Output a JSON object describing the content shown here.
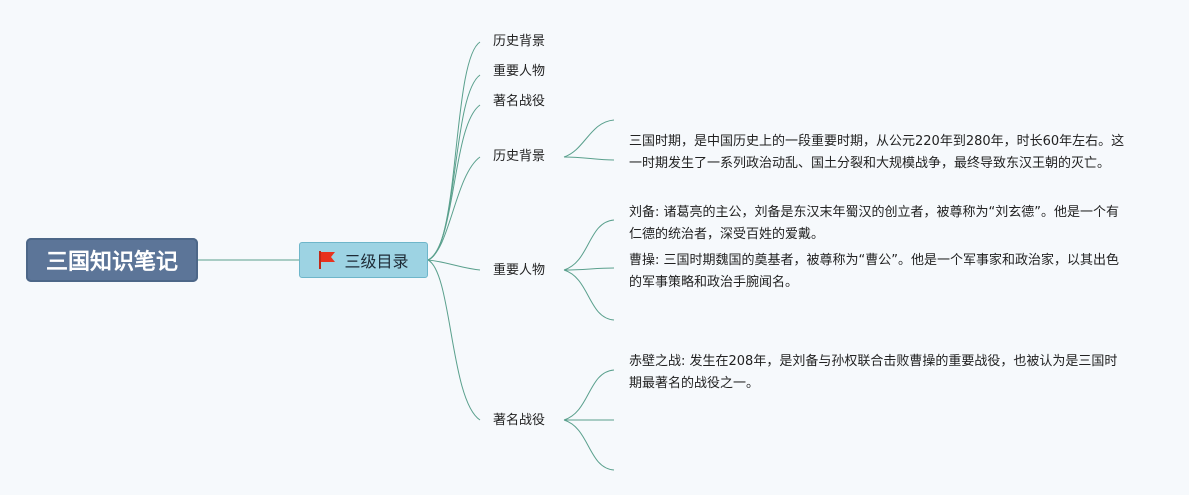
{
  "root": {
    "title": "三国知识笔记"
  },
  "sub": {
    "title": "三级目录",
    "icon": "flag-icon"
  },
  "topics": [
    {
      "label": "历史背景"
    },
    {
      "label": "重要人物"
    },
    {
      "label": "著名战役"
    },
    {
      "label": "历史背景"
    },
    {
      "label": "重要人物"
    },
    {
      "label": "著名战役"
    }
  ],
  "notes": {
    "history": [
      "三国时期，是中国历史上的一段重要时期，从公元220年到280年，时长60年左右。这一时期发生了一系列政治动乱、国土分裂和大规模战争，最终导致东汉王朝的灭亡。"
    ],
    "people": [
      "刘备: 诸葛亮的主公，刘备是东汉末年蜀汉的创立者，被尊称为“刘玄德”。他是一个有仁德的统治者，深受百姓的爱戴。",
      "曹操: 三国时期魏国的奠基者，被尊称为“曹公”。他是一个军事家和政治家，以其出色的军事策略和政治手腕闻名。"
    ],
    "battles": [
      "赤壁之战: 发生在208年，是刘备与孙权联合击败曹操的重要战役，也被认为是三国时期最著名的战役之一。"
    ]
  },
  "colors": {
    "line": "#5aa08d",
    "root_bg": "#5c7598",
    "sub_bg": "#9dd3e3"
  }
}
